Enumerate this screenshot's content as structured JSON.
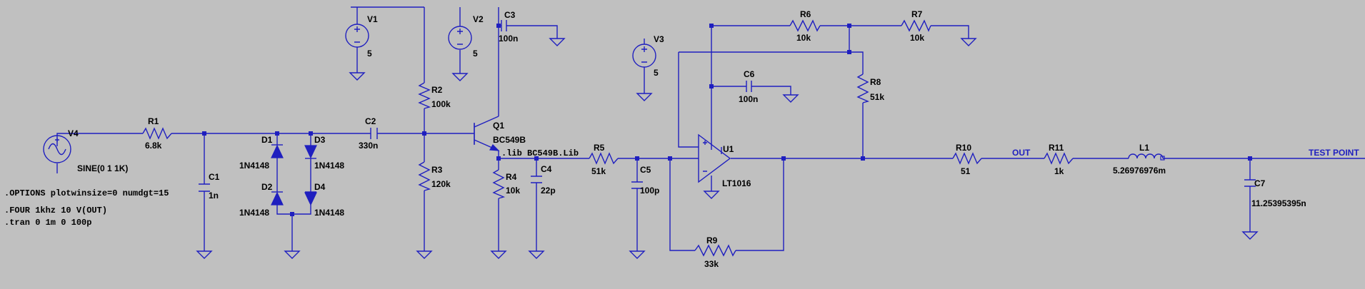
{
  "components": {
    "V1": {
      "ref": "V1",
      "value": "5"
    },
    "V2": {
      "ref": "V2",
      "value": "5"
    },
    "V3": {
      "ref": "V3",
      "value": "5"
    },
    "V4": {
      "ref": "V4",
      "value": "SINE(0 1 1K)"
    },
    "R1": {
      "ref": "R1",
      "value": "6.8k"
    },
    "R2": {
      "ref": "R2",
      "value": "100k"
    },
    "R3": {
      "ref": "R3",
      "value": "120k"
    },
    "R4": {
      "ref": "R4",
      "value": "10k"
    },
    "R5": {
      "ref": "R5",
      "value": "51k"
    },
    "R6": {
      "ref": "R6",
      "value": "10k"
    },
    "R7": {
      "ref": "R7",
      "value": "10k"
    },
    "R8": {
      "ref": "R8",
      "value": "51k"
    },
    "R9": {
      "ref": "R9",
      "value": "33k"
    },
    "R10": {
      "ref": "R10",
      "value": "51"
    },
    "R11": {
      "ref": "R11",
      "value": "1k"
    },
    "C1": {
      "ref": "C1",
      "value": "1n"
    },
    "C2": {
      "ref": "C2",
      "value": "330n"
    },
    "C3": {
      "ref": "C3",
      "value": "100n"
    },
    "C4": {
      "ref": "C4",
      "value": "22p"
    },
    "C5": {
      "ref": "C5",
      "value": "100p"
    },
    "C6": {
      "ref": "C6",
      "value": "100n"
    },
    "C7": {
      "ref": "C7",
      "value": "11.25395395n"
    },
    "L1": {
      "ref": "L1",
      "value": "5.26976976m"
    },
    "D1": {
      "ref": "D1",
      "value": "1N4148"
    },
    "D2": {
      "ref": "D2",
      "value": "1N4148"
    },
    "D3": {
      "ref": "D3",
      "value": "1N4148"
    },
    "D4": {
      "ref": "D4",
      "value": "1N4148"
    },
    "Q1": {
      "ref": "Q1",
      "value": "BC549B"
    },
    "U1": {
      "ref": "U1",
      "value": "LT1016"
    }
  },
  "nets": {
    "out": "OUT",
    "test_point": "TEST POINT"
  },
  "directives": {
    "lib": ".lib BC549B.Lib",
    "options": ".OPTIONS plotwinsize=0 numdgt=15",
    "four": ".FOUR 1khz 10 V(OUT)",
    "tran": ".tran 0 1m 0 100p"
  },
  "colors": {
    "wire": "#1f1fbf",
    "background": "#c0c0c0",
    "text": "#000000"
  }
}
